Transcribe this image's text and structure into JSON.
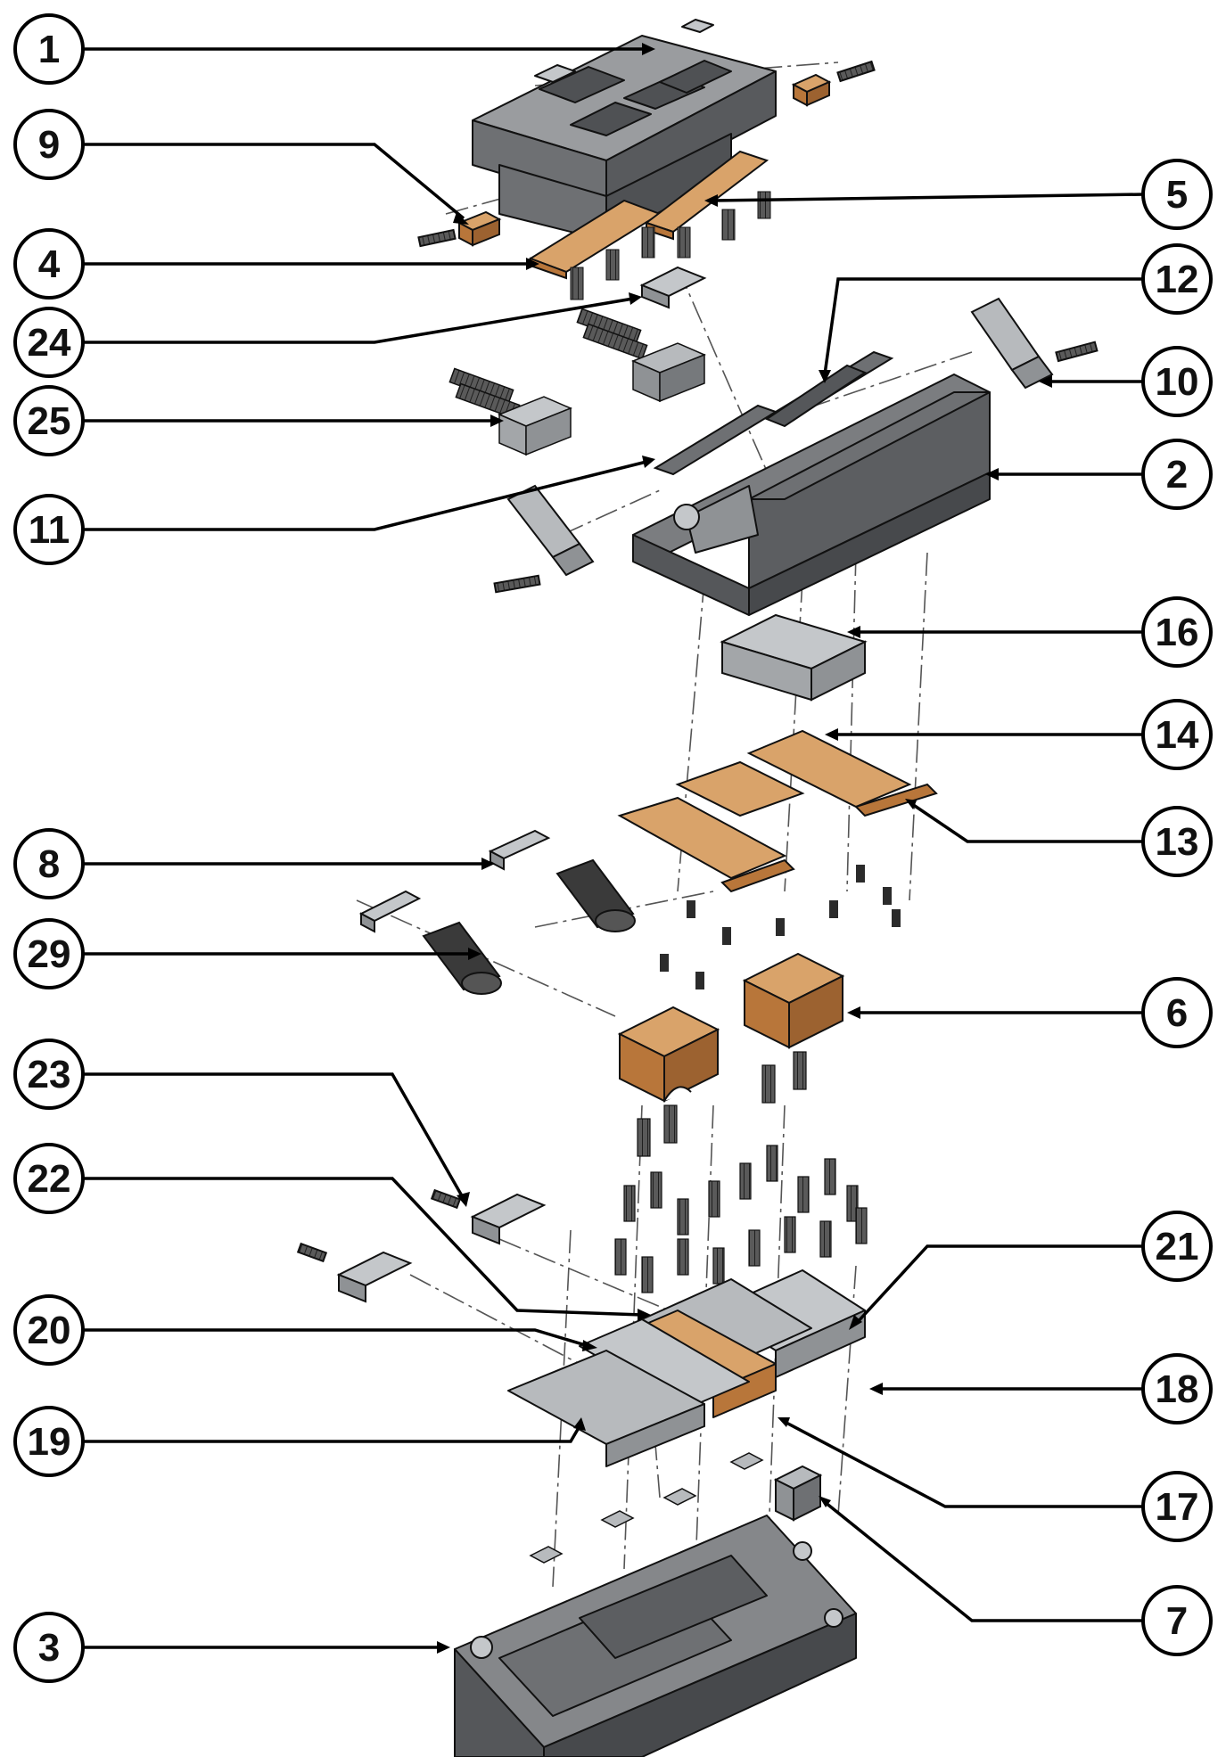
{
  "diagram": {
    "kind": "exploded-assembly",
    "colors": {
      "steel_top": "#9a9c9f",
      "steel_side": "#6e7073",
      "steel_dark": "#4f5154",
      "light_steel": "#c4c7ca",
      "copper_top": "#d9a36a",
      "copper_side": "#b8763a",
      "outline": "#111111",
      "screw": "#2b2b2b",
      "balloon_fill": "#ffffff"
    },
    "balloons": [
      {
        "id": "balloon-1",
        "label": "1",
        "part_icon": "upper-die-plate"
      },
      {
        "id": "balloon-9",
        "label": "9",
        "part_icon": "clamp-block"
      },
      {
        "id": "balloon-4",
        "label": "4",
        "part_icon": "cutting-plate"
      },
      {
        "id": "balloon-24",
        "label": "24",
        "part_icon": "bracket"
      },
      {
        "id": "balloon-25",
        "label": "25",
        "part_icon": "spacer-block"
      },
      {
        "id": "balloon-11",
        "label": "11",
        "part_icon": "guide-plate"
      },
      {
        "id": "balloon-5",
        "label": "5",
        "part_icon": "cutting-plate"
      },
      {
        "id": "balloon-12",
        "label": "12",
        "part_icon": "guide-plate"
      },
      {
        "id": "balloon-10",
        "label": "10",
        "part_icon": "side-bracket"
      },
      {
        "id": "balloon-2",
        "label": "2",
        "part_icon": "die-body"
      },
      {
        "id": "balloon-16",
        "label": "16",
        "part_icon": "mount-block"
      },
      {
        "id": "balloon-14",
        "label": "14",
        "part_icon": "copper-frame"
      },
      {
        "id": "balloon-13",
        "label": "13",
        "part_icon": "copper-frame"
      },
      {
        "id": "balloon-8",
        "label": "8",
        "part_icon": "retainer-bar"
      },
      {
        "id": "balloon-29",
        "label": "29",
        "part_icon": "shaft"
      },
      {
        "id": "balloon-6",
        "label": "6",
        "part_icon": "bearing-block"
      },
      {
        "id": "balloon-23",
        "label": "23",
        "part_icon": "bracket"
      },
      {
        "id": "balloon-22",
        "label": "22",
        "part_icon": "plate"
      },
      {
        "id": "balloon-21",
        "label": "21",
        "part_icon": "plate"
      },
      {
        "id": "balloon-20",
        "label": "20",
        "part_icon": "plate"
      },
      {
        "id": "balloon-18",
        "label": "18",
        "part_icon": "plate"
      },
      {
        "id": "balloon-19",
        "label": "19",
        "part_icon": "plate"
      },
      {
        "id": "balloon-17",
        "label": "17",
        "part_icon": "copper-bar"
      },
      {
        "id": "balloon-7",
        "label": "7",
        "part_icon": "stop-block"
      },
      {
        "id": "balloon-3",
        "label": "3",
        "part_icon": "base-plate"
      }
    ]
  }
}
